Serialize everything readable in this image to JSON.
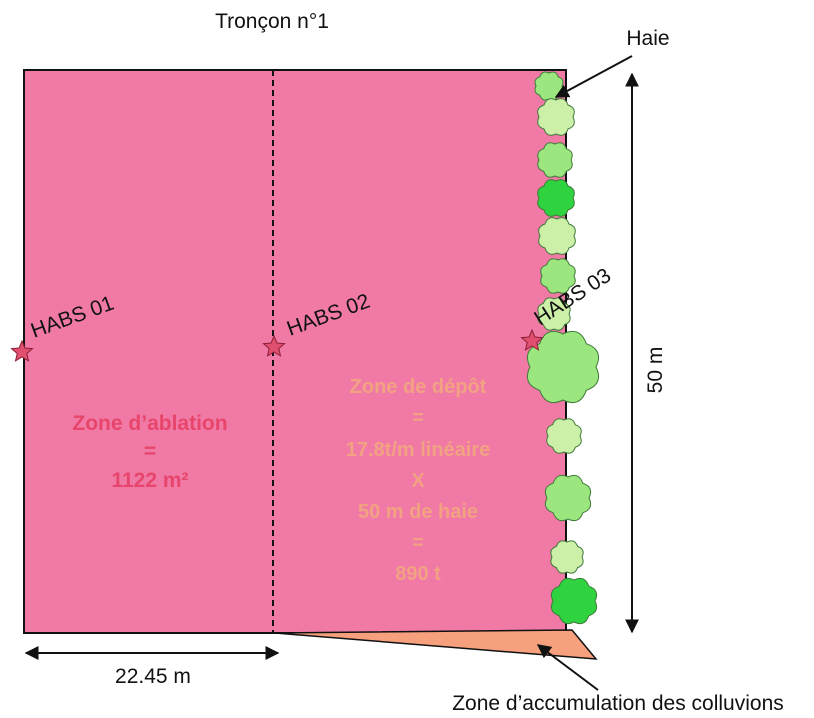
{
  "title": "Tronçon n°1",
  "hedge_label": "Haie",
  "colors": {
    "field": "#f07aa5",
    "ablation_text": "#e8456c",
    "deposit_text": "#f2a283",
    "colluvion_zone": "#f6a07d",
    "star": "#e0506e",
    "outline": "#111111",
    "tree_light": "#cdf0a8",
    "tree_mid": "#9be67f",
    "tree_dark": "#2ed33f"
  },
  "points": [
    {
      "label": "HABS 01"
    },
    {
      "label": "HABS 02"
    },
    {
      "label": "HABS 03"
    }
  ],
  "ablation": {
    "line1": "Zone d’ablation",
    "line2": "=",
    "line3": "1122 m²"
  },
  "deposit": {
    "line1": "Zone de dépôt",
    "line2": "=",
    "line3": "17.8t/m linéaire",
    "line4": "X",
    "line5": "50 m de haie",
    "line6": "=",
    "line7": "890 t"
  },
  "dimensions": {
    "length": "50 m",
    "width": "22.45 m"
  },
  "colluvion_label": "Zone d’accumulation des colluvions"
}
